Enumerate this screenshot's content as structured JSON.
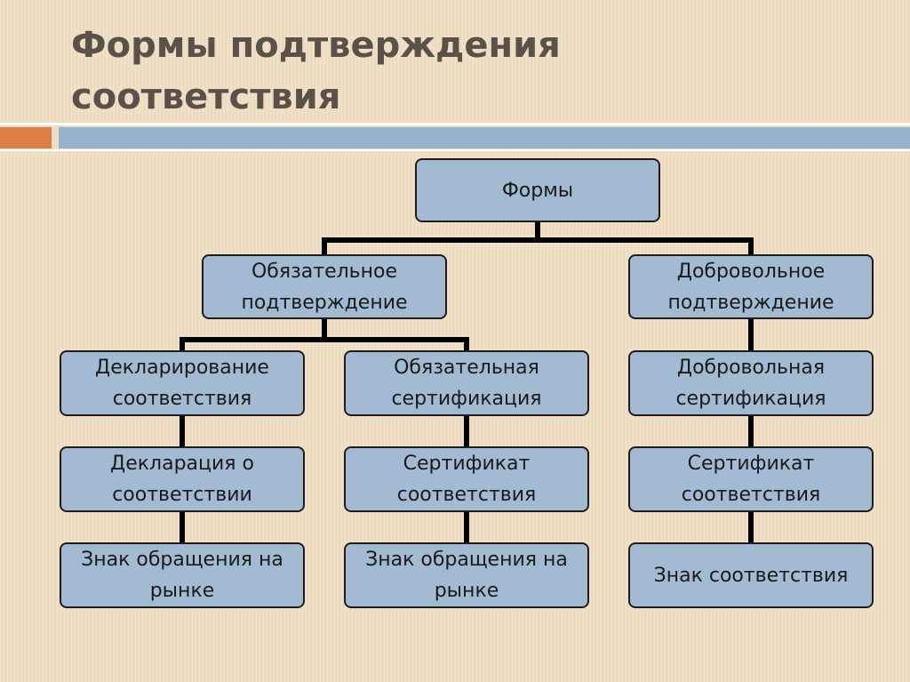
{
  "slide": {
    "title_line1": "Формы подтверждения",
    "title_line2": "соответствия"
  },
  "diagram": {
    "root": "Формы",
    "branches": [
      {
        "label": "Обязательное подтверждение",
        "columns": [
          {
            "items": [
              "Декларирование соответствия",
              "Декларация о соответствии",
              "Знак обращения на рынке"
            ]
          },
          {
            "items": [
              "Обязательная сертификация",
              "Сертификат соответствия",
              "Знак обращения на рынке"
            ]
          }
        ]
      },
      {
        "label": "Добровольное подтверждение",
        "columns": [
          {
            "items": [
              "Добровольная сертификация",
              "Сертификат соответствия",
              "Знак соответствия"
            ]
          }
        ]
      }
    ]
  },
  "colors": {
    "box_fill": "#a2bbd2",
    "box_border": "#1e1e1e",
    "accent_orange": "#dd8047",
    "accent_blue": "#97b2cc",
    "title_text": "#5a5248"
  }
}
